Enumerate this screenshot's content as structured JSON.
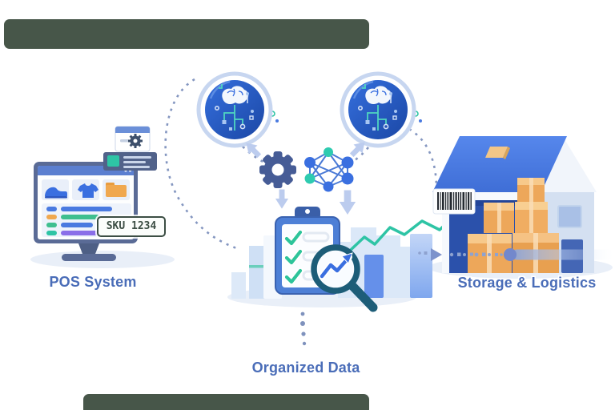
{
  "scene": {
    "background_color": "#ffffff",
    "redaction_color": "#475649"
  },
  "labels": {
    "pos_system": "POS System",
    "storage_logistics": "Storage & Logistics",
    "organized_data": "Organized Data"
  },
  "pos": {
    "sku_tag": "SKU 1234",
    "product_tiles": [
      "shoe",
      "t-shirt",
      "folder"
    ],
    "list_rows": [
      {
        "tag": "#4a7ae0",
        "bar": "#4a7ae0"
      },
      {
        "tag": "#f0a84f",
        "bar": "#3fbf8f"
      },
      {
        "tag": "#3fbf8f",
        "bar": "#4a7ae0"
      },
      {
        "tag": "#2ec4a5",
        "bar": "#8a6fe8"
      }
    ]
  },
  "checklist": {
    "items": 3
  },
  "warehouse": {
    "boxes": 5
  },
  "ai_badges": {
    "count": 2
  },
  "icons": {
    "badge": "brain-circuit-icon",
    "hub_left": "gear-icon",
    "hub_right": "network-graph-icon",
    "center": "checklist-clipboard-icon",
    "lens": "magnifier-trend-icon",
    "right": "warehouse-icon",
    "tag": "barcode-icon",
    "left": "pos-monitor-icon"
  },
  "colors": {
    "redaction": "#475649",
    "label_text": "#4a6db8",
    "primary_blue": "#4a7de8",
    "deep_blue": "#2b51ab",
    "navy": "#465c96",
    "teal": "#2ec4a5",
    "light_blue": "#c7d6f0",
    "box_orange": "#eda75a",
    "sku_border": "#3c4e44"
  }
}
